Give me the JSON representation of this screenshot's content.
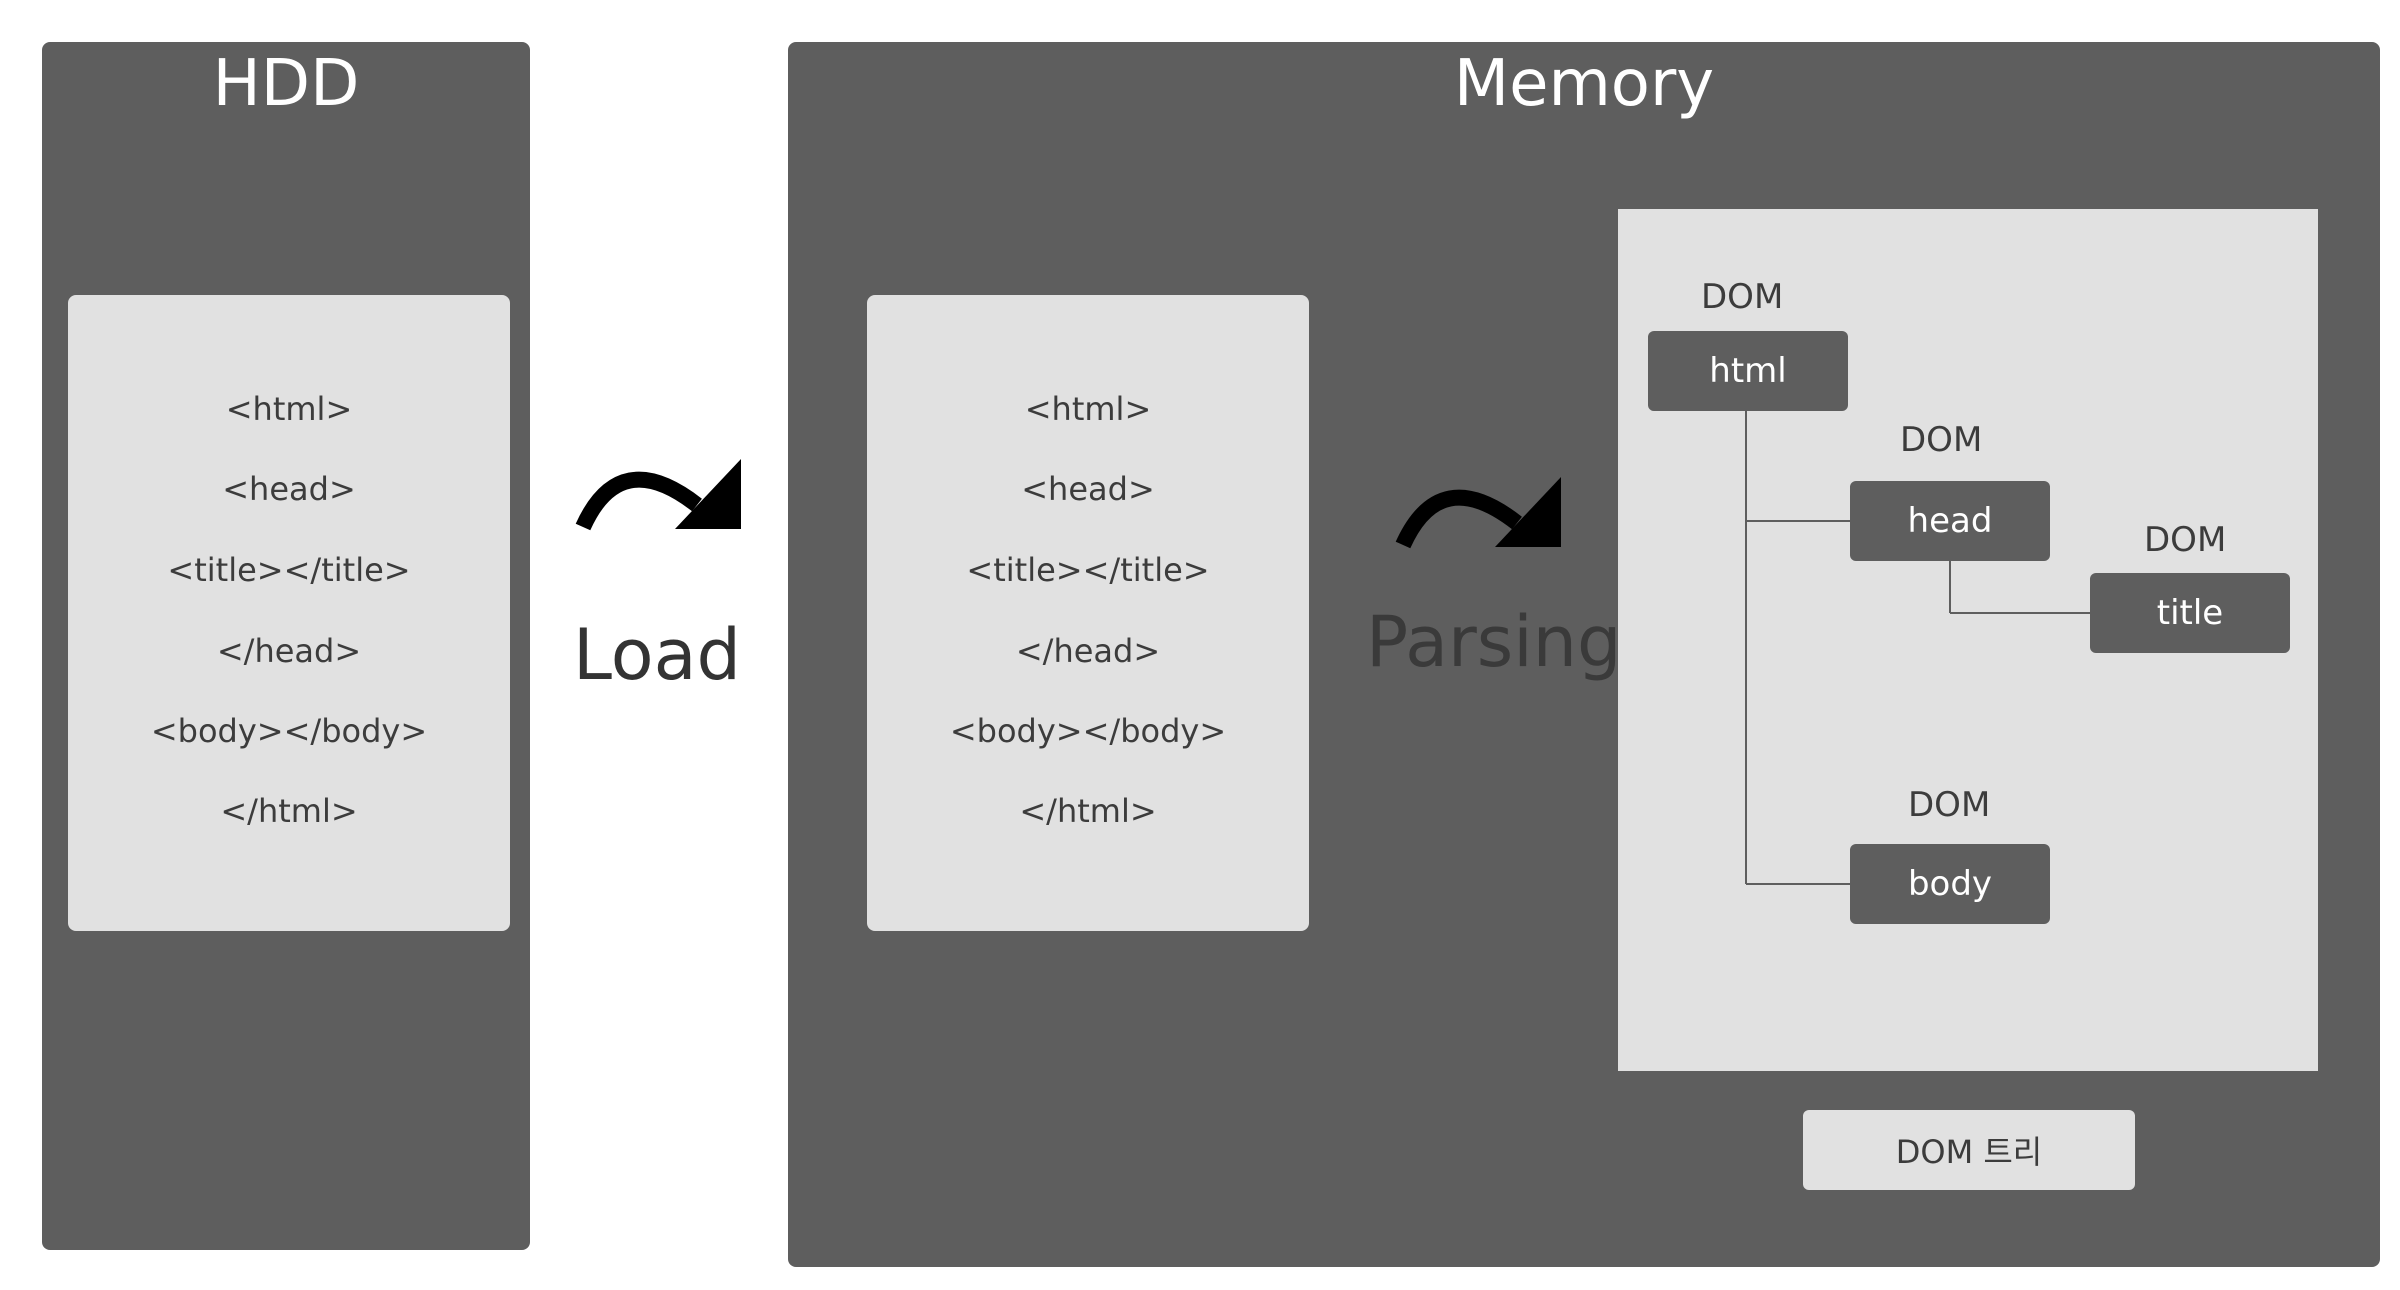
{
  "hdd": {
    "title": "HDD",
    "code_lines": [
      "<html>",
      "<head>",
      "<title></title>",
      "</head>",
      "<body></body>",
      "</html>"
    ]
  },
  "load": {
    "label": "Load"
  },
  "memory": {
    "title": "Memory",
    "code_lines": [
      "<html>",
      "<head>",
      "<title></title>",
      "</head>",
      "<body></body>",
      "</html>"
    ]
  },
  "parsing": {
    "label": "Parsing"
  },
  "dom_tree": {
    "nodes": [
      {
        "caption": "DOM",
        "label": "html"
      },
      {
        "caption": "DOM",
        "label": "head"
      },
      {
        "caption": "DOM",
        "label": "title"
      },
      {
        "caption": "DOM",
        "label": "body"
      }
    ],
    "legend": "DOM 트리"
  },
  "colors": {
    "panel": "#5e5e5e",
    "light": "#e1e1e1",
    "line": "#5e5e5e",
    "arrow": "#000000",
    "load_text": "#333333",
    "parsing_text": "#3a3a3a"
  }
}
